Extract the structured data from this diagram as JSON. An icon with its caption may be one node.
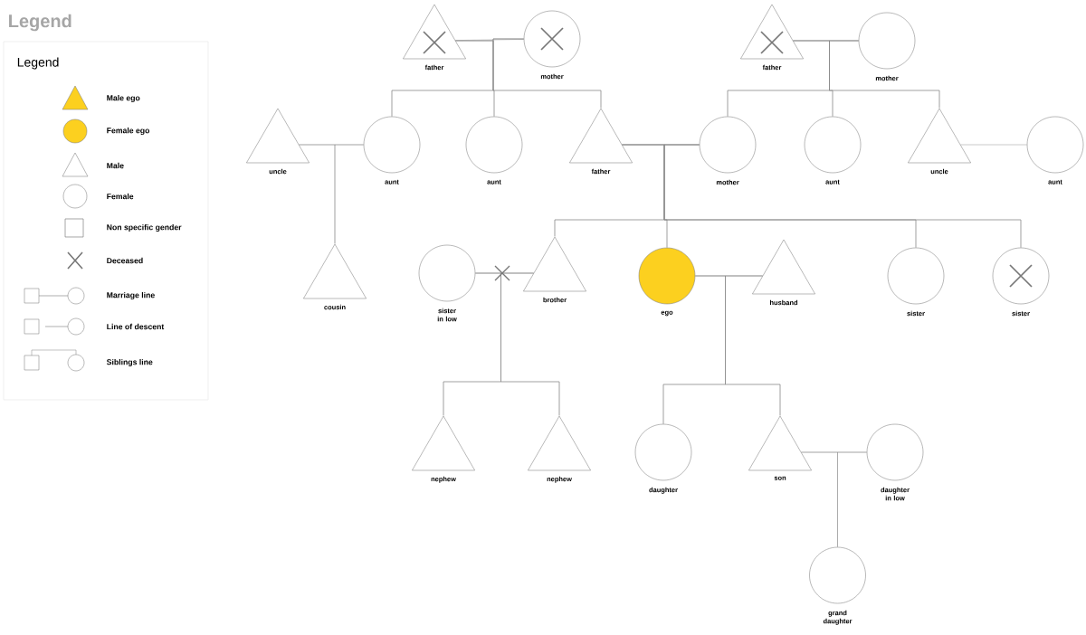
{
  "diagram": {
    "title": "Legend",
    "nodes": [
      {
        "text": [
          "father"
        ]
      },
      {
        "text": [
          "mother"
        ]
      },
      {
        "text": [
          "father"
        ]
      },
      {
        "text": [
          "mother"
        ]
      },
      {
        "text": [
          "uncle"
        ]
      },
      {
        "text": [
          "aunt"
        ]
      },
      {
        "text": [
          "aunt"
        ]
      },
      {
        "text": [
          "father"
        ]
      },
      {
        "text": [
          "mother"
        ]
      },
      {
        "text": [
          "aunt"
        ]
      },
      {
        "text": [
          "uncle"
        ]
      },
      {
        "text": [
          "aunt"
        ]
      },
      {
        "text": [
          "cousin"
        ]
      },
      {
        "text": [
          "sister in low"
        ]
      },
      {
        "text": [
          "brother"
        ]
      },
      {
        "text": [
          "ego"
        ]
      },
      {
        "text": [
          "husband"
        ]
      },
      {
        "text": [
          "sister"
        ]
      },
      {
        "text": [
          "sister"
        ]
      },
      {
        "text": [
          "nephew"
        ]
      },
      {
        "text": [
          "nephew"
        ]
      },
      {
        "text": [
          "daughter"
        ]
      },
      {
        "text": [
          "son"
        ]
      },
      {
        "text": [
          "daughter in low"
        ]
      },
      {
        "text": [
          "grand daughter"
        ]
      }
    ],
    "edges": [
      {
        "from": 0,
        "to": 1,
        "arrow": "none"
      },
      {
        "from": 0,
        "to": 5,
        "arrow": "none"
      },
      {
        "from": 0,
        "to": 6,
        "arrow": "none"
      },
      {
        "from": 0,
        "to": 7,
        "arrow": "none"
      },
      {
        "from": 1,
        "to": 5,
        "arrow": "none"
      },
      {
        "from": 1,
        "to": 6,
        "arrow": "none"
      },
      {
        "from": 1,
        "to": 7,
        "arrow": "none"
      },
      {
        "from": 2,
        "to": 3,
        "arrow": "none"
      },
      {
        "from": 2,
        "to": 8,
        "arrow": "none"
      },
      {
        "from": 2,
        "to": 9,
        "arrow": "none"
      },
      {
        "from": 2,
        "to": 10,
        "arrow": "none"
      },
      {
        "from": 3,
        "to": 8,
        "arrow": "none"
      },
      {
        "from": 3,
        "to": 9,
        "arrow": "none"
      },
      {
        "from": 3,
        "to": 10,
        "arrow": "none"
      },
      {
        "from": 4,
        "to": 5,
        "arrow": "none"
      },
      {
        "from": 4,
        "to": 12,
        "arrow": "none"
      },
      {
        "from": 5,
        "to": 12,
        "arrow": "none"
      },
      {
        "from": 7,
        "to": 8,
        "arrow": "none"
      },
      {
        "from": 7,
        "to": 14,
        "arrow": "none"
      },
      {
        "from": 7,
        "to": 15,
        "arrow": "none"
      },
      {
        "from": 7,
        "to": 17,
        "arrow": "none"
      },
      {
        "from": 7,
        "to": 18,
        "arrow": "none"
      },
      {
        "from": 8,
        "to": 14,
        "arrow": "none"
      },
      {
        "from": 8,
        "to": 15,
        "arrow": "none"
      },
      {
        "from": 8,
        "to": 17,
        "arrow": "none"
      },
      {
        "from": 8,
        "to": 18,
        "arrow": "none"
      },
      {
        "from": 10,
        "to": 11,
        "arrow": "none"
      },
      {
        "from": 13,
        "to": 14,
        "arrow": "none"
      },
      {
        "from": 13,
        "to": 19,
        "arrow": "none"
      },
      {
        "from": 13,
        "to": 20,
        "arrow": "none"
      },
      {
        "from": 14,
        "to": 19,
        "arrow": "none"
      },
      {
        "from": 14,
        "to": 20,
        "arrow": "none"
      },
      {
        "from": 15,
        "to": 16,
        "arrow": "none"
      },
      {
        "from": 15,
        "to": 21,
        "arrow": "none"
      },
      {
        "from": 15,
        "to": 22,
        "arrow": "none"
      },
      {
        "from": 16,
        "to": 21,
        "arrow": "none"
      },
      {
        "from": 16,
        "to": 22,
        "arrow": "none"
      },
      {
        "from": 22,
        "to": 23,
        "arrow": "none"
      },
      {
        "from": 22,
        "to": 24,
        "arrow": "none"
      },
      {
        "from": 23,
        "to": 24,
        "arrow": "none"
      }
    ],
    "labels": [
      "Legend"
    ],
    "legend": [
      {
        "text": "Male ego",
        "color": "#fcd01f"
      },
      {
        "text": "Female ego",
        "color": "#fcd01f"
      },
      {
        "text": "Male"
      },
      {
        "text": "Female"
      },
      {
        "text": "Non specific gender"
      },
      {
        "text": "Deceased"
      },
      {
        "text": "Marriage line"
      },
      {
        "text": "Line of descent"
      },
      {
        "text": "Siblings line"
      }
    ]
  }
}
